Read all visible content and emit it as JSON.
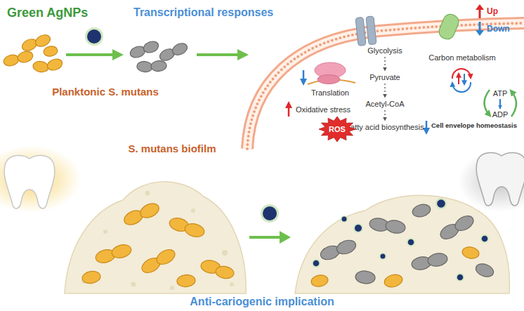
{
  "diagram": {
    "nodes": [
      {
        "text": [
          "Glycolysis"
        ]
      },
      {
        "text": [
          "Pyruvate"
        ]
      },
      {
        "text": [
          "Acetyl-CoA"
        ]
      },
      {
        "text": [
          "Fatty acid biosynthesis"
        ]
      },
      {
        "text": [
          "ROS"
        ]
      },
      {
        "text": [
          "ATP"
        ]
      },
      {
        "text": [
          "ADP"
        ]
      }
    ],
    "edges": [
      {
        "from": 0,
        "to": 1,
        "arrow": "to"
      },
      {
        "from": 1,
        "to": 2,
        "arrow": "to"
      },
      {
        "from": 2,
        "to": 3,
        "arrow": "to"
      },
      {
        "from": 5,
        "to": 6,
        "arrow": "to"
      }
    ],
    "labels": [
      "Green AgNPs",
      "Transcriptional responses",
      "Planktonic S. mutans",
      "Translation",
      "Oxidative stress",
      "Carbon metabolism",
      "Cell envelope homeostasis",
      "S. mutans biofilm",
      "Anti-cariogenic implication"
    ],
    "legend": [
      {
        "text": "Up"
      },
      {
        "text": "Down"
      }
    ]
  }
}
